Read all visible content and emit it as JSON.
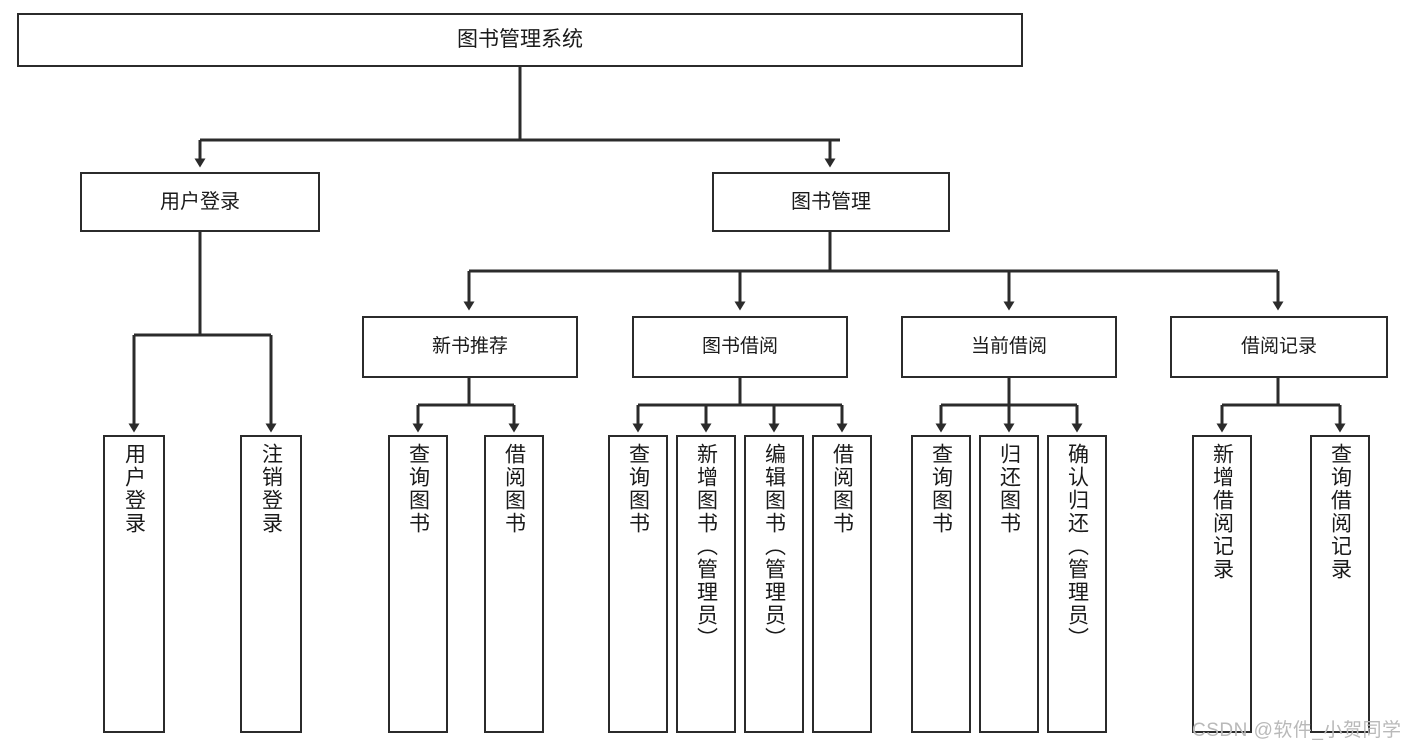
{
  "diagram": {
    "title": "图书管理系统",
    "type": "tree-hierarchy",
    "stroke_color": "#2b2b2b",
    "fill_color": "#ffffff",
    "text_color": "#1a1a1a"
  },
  "watermark": {
    "text": "CSDN @软件_小贺同学",
    "color": "#b9b9b9"
  },
  "nodes": {
    "root": {
      "label": "图书管理系统"
    },
    "level2": [
      {
        "id": "user-login",
        "label": "用户登录"
      },
      {
        "id": "book-manage",
        "label": "图书管理"
      }
    ],
    "level3": [
      {
        "id": "new-book-recommend",
        "label": "新书推荐"
      },
      {
        "id": "book-borrow",
        "label": "图书借阅"
      },
      {
        "id": "current-borrow",
        "label": "当前借阅"
      },
      {
        "id": "borrow-record",
        "label": "借阅记录"
      }
    ],
    "leaves": [
      {
        "id": "leaf-user-login",
        "label": "用户登录",
        "parent": "user-login"
      },
      {
        "id": "leaf-logout",
        "label": "注销登录",
        "parent": "user-login"
      },
      {
        "id": "leaf-query-book-1",
        "label": "查询图书",
        "parent": "new-book-recommend"
      },
      {
        "id": "leaf-borrow-book-1",
        "label": "借阅图书",
        "parent": "new-book-recommend"
      },
      {
        "id": "leaf-query-book-2",
        "label": "查询图书",
        "parent": "book-borrow"
      },
      {
        "id": "leaf-add-book",
        "label": "新增图书（管理员）",
        "parent": "book-borrow"
      },
      {
        "id": "leaf-edit-book",
        "label": "编辑图书（管理员）",
        "parent": "book-borrow"
      },
      {
        "id": "leaf-borrow-book-2",
        "label": "借阅图书",
        "parent": "book-borrow"
      },
      {
        "id": "leaf-query-book-3",
        "label": "查询图书",
        "parent": "current-borrow"
      },
      {
        "id": "leaf-return-book",
        "label": "归还图书",
        "parent": "current-borrow"
      },
      {
        "id": "leaf-confirm-return",
        "label": "确认归还（管理员）",
        "parent": "current-borrow"
      },
      {
        "id": "leaf-add-record",
        "label": "新增借阅记录",
        "parent": "borrow-record"
      },
      {
        "id": "leaf-query-record",
        "label": "查询借阅记录",
        "parent": "borrow-record"
      }
    ]
  }
}
